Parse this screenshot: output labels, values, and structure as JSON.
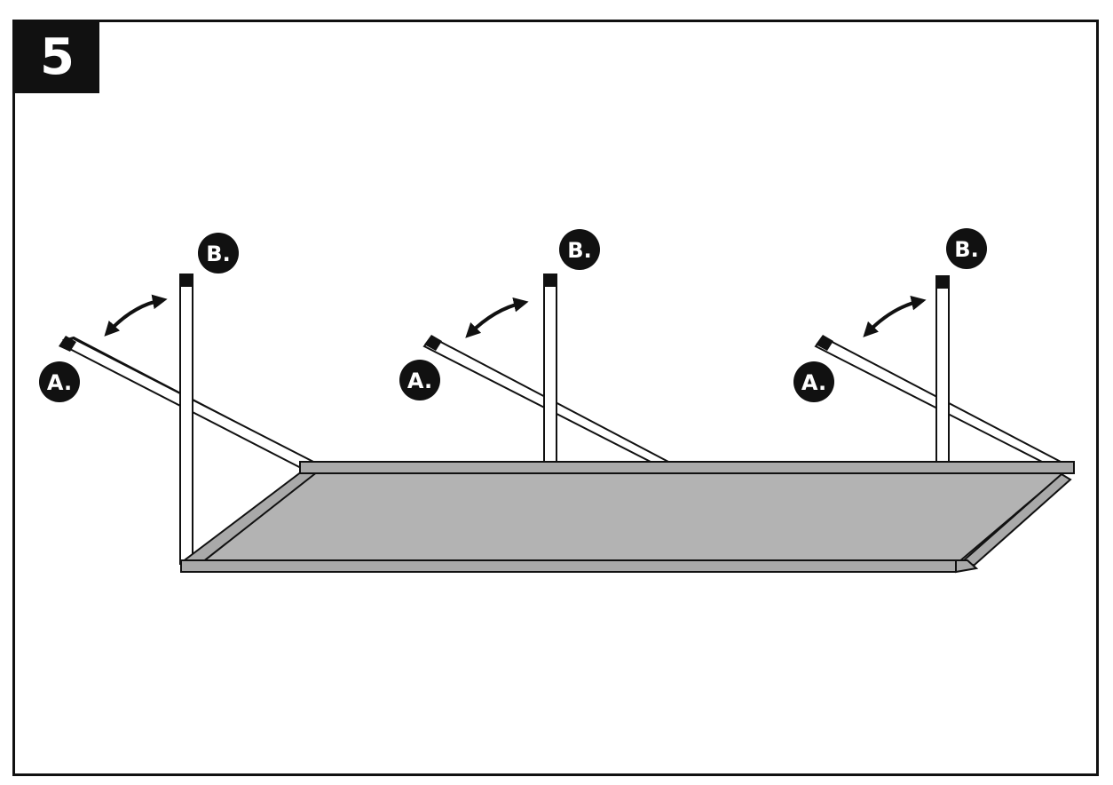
{
  "step": {
    "number": "5"
  },
  "colors": {
    "outline": "#111111",
    "shelf_fill": "#b3b3b3",
    "rail_fill": "#a9a9a9",
    "rod_fill": "#ffffff",
    "label_bg": "#111111",
    "label_fg": "#ffffff"
  },
  "assemblies": [
    {
      "name": "left",
      "label_a": "A.",
      "label_b": "B.",
      "arrow_icon": "double-arrow-icon"
    },
    {
      "name": "middle",
      "label_a": "A.",
      "label_b": "B.",
      "arrow_icon": "double-arrow-icon"
    },
    {
      "name": "right",
      "label_a": "A.",
      "label_b": "B.",
      "arrow_icon": "double-arrow-icon"
    }
  ]
}
